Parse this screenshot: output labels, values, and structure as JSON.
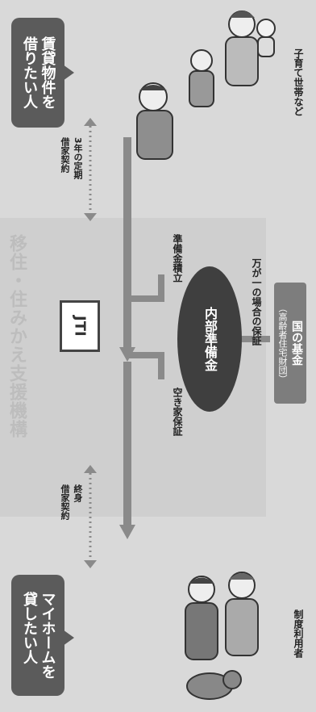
{
  "renter_callout": "賃貸物件を\n借りたい人",
  "owner_callout": "マイホームを\n貸したい人",
  "org_name": "移住・住みかえ支援機構",
  "logo_text": "JTI",
  "family_label": "子育て世帯など",
  "user_label": "制度利用者",
  "contract_top": "3年の定期\n借家契約",
  "contract_bottom": "終身\n借家契約",
  "reserve_fund_build": "準備金積立",
  "vacancy_guarantee": "空き家保証",
  "internal_reserve": "内部準備金",
  "emergency_guarantee": "万が一の場合の保証",
  "national_fund_title": "国の基金",
  "national_fund_sub": "（高齢者住宅財団）",
  "colors": {
    "callout": "#5b5b5b",
    "arrow": "#8a8a8a",
    "reserve": "#3f3f3f",
    "fund": "#7d7d7d"
  }
}
